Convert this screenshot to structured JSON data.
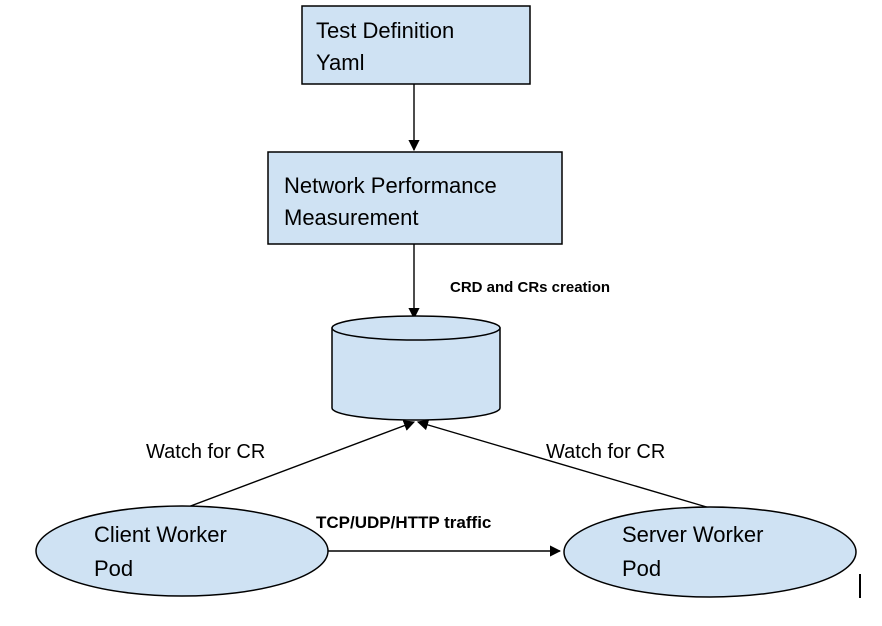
{
  "nodes": {
    "test_definition": {
      "line1": "Test Definition",
      "line2": "Yaml"
    },
    "network_performance": {
      "line1": "Network Performance",
      "line2": "Measurement"
    },
    "datastore": {},
    "client_pod": {
      "line1": "Client Worker",
      "line2": "Pod"
    },
    "server_pod": {
      "line1": "Server Worker",
      "line2": "Pod"
    }
  },
  "edges": {
    "crd_creation": "CRD and CRs creation",
    "client_watch": "Watch for  CR",
    "server_watch": "Watch for CR",
    "traffic": "TCP/UDP/HTTP traffic"
  },
  "colors": {
    "node_fill": "#cfe2f3",
    "stroke": "#000000"
  }
}
